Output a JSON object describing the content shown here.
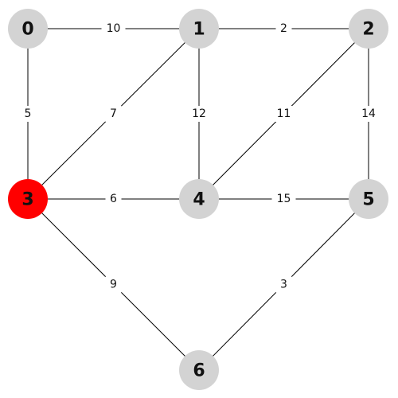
{
  "graph": {
    "colors": {
      "node": "#d3d3d3",
      "highlight": "#ff0000",
      "edge": "#000000",
      "background": "#ffffff"
    },
    "nodes": [
      {
        "id": 0,
        "label": "0",
        "highlighted": false
      },
      {
        "id": 1,
        "label": "1",
        "highlighted": false
      },
      {
        "id": 2,
        "label": "2",
        "highlighted": false
      },
      {
        "id": 3,
        "label": "3",
        "highlighted": true
      },
      {
        "id": 4,
        "label": "4",
        "highlighted": false
      },
      {
        "id": 5,
        "label": "5",
        "highlighted": false
      },
      {
        "id": 6,
        "label": "6",
        "highlighted": false
      }
    ],
    "edges": [
      {
        "from": 0,
        "to": 1,
        "weight": "10"
      },
      {
        "from": 1,
        "to": 2,
        "weight": "2"
      },
      {
        "from": 0,
        "to": 3,
        "weight": "5"
      },
      {
        "from": 1,
        "to": 3,
        "weight": "7"
      },
      {
        "from": 1,
        "to": 4,
        "weight": "12"
      },
      {
        "from": 2,
        "to": 4,
        "weight": "11"
      },
      {
        "from": 2,
        "to": 5,
        "weight": "14"
      },
      {
        "from": 3,
        "to": 4,
        "weight": "6"
      },
      {
        "from": 4,
        "to": 5,
        "weight": "15"
      },
      {
        "from": 3,
        "to": 6,
        "weight": "9"
      },
      {
        "from": 5,
        "to": 6,
        "weight": "3"
      }
    ]
  }
}
